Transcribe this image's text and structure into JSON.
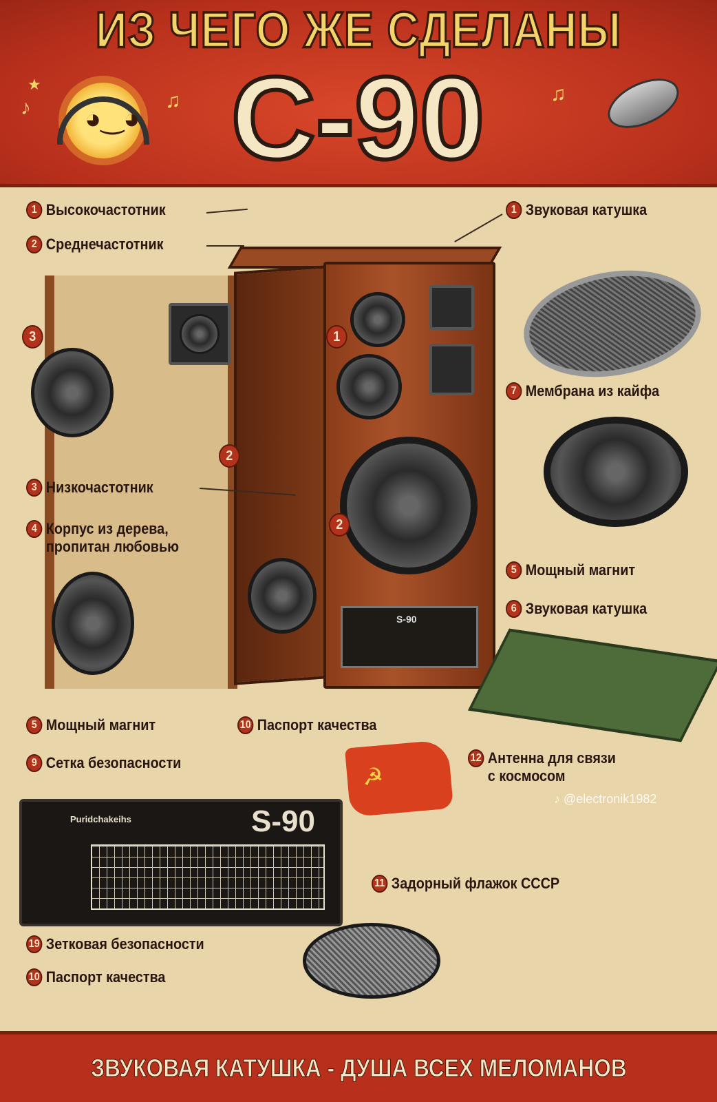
{
  "header": {
    "title": "ИЗ ЧЕГО ЖЕ СДЕЛАНЫ",
    "model": "С-90"
  },
  "labels_left": [
    {
      "num": "1",
      "text": "Высокочастотник"
    },
    {
      "num": "2",
      "text": "Среднечастотник"
    },
    {
      "num": "3",
      "text": ""
    },
    {
      "num": "3",
      "text": "Низкочастотник"
    },
    {
      "num": "4",
      "text": "Корпус из дерева,",
      "text2": "пропитан любовью"
    },
    {
      "num": "5",
      "text": "Мощный магнит"
    },
    {
      "num": "9",
      "text": "Сетка безопасности"
    },
    {
      "num": "19",
      "text": "Зетковая безопасности"
    },
    {
      "num": "10",
      "text": "Паспорт качества"
    }
  ],
  "labels_center": [
    {
      "num": "10",
      "text": "Паспорт качества"
    },
    {
      "num": "11",
      "text": "Задорный флажок СССР"
    }
  ],
  "labels_right": [
    {
      "num": "1",
      "text": "Звуковая катушка"
    },
    {
      "num": "7",
      "text": "Мембрана из кайфа"
    },
    {
      "num": "5",
      "text": "Мощный магнит"
    },
    {
      "num": "6",
      "text": "Звуковая катушка"
    },
    {
      "num": "12",
      "text": "Антенна для связи",
      "text2": "с космосом"
    }
  ],
  "speaker_markers": [
    "1",
    "2",
    "2"
  ],
  "speaker_plate": {
    "model": "S-90"
  },
  "passport_panel": {
    "brand": "Puridchakeihs",
    "model": "S-90"
  },
  "watermark": "♪ @electronik1982",
  "footer": "ЗВУКОВАЯ КАТУШКА - ДУША ВСЕХ МЕЛОМАНОВ"
}
